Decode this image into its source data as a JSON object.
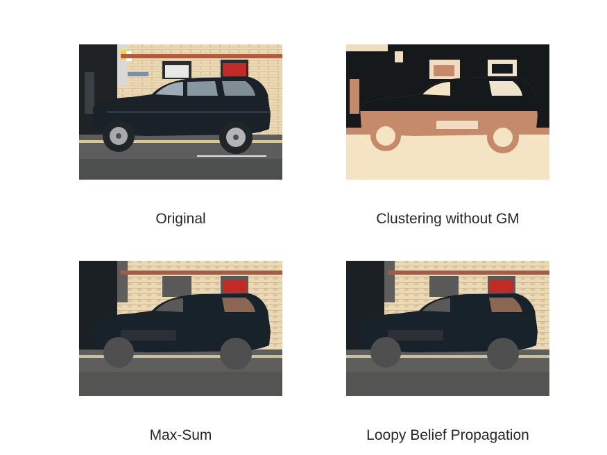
{
  "panels": [
    {
      "id": "original",
      "caption": "Original"
    },
    {
      "id": "clustering",
      "caption": "Clustering without GM"
    },
    {
      "id": "max-sum",
      "caption": "Max-Sum"
    },
    {
      "id": "loopy-bp",
      "caption": "Loopy Belief Propagation"
    }
  ]
}
